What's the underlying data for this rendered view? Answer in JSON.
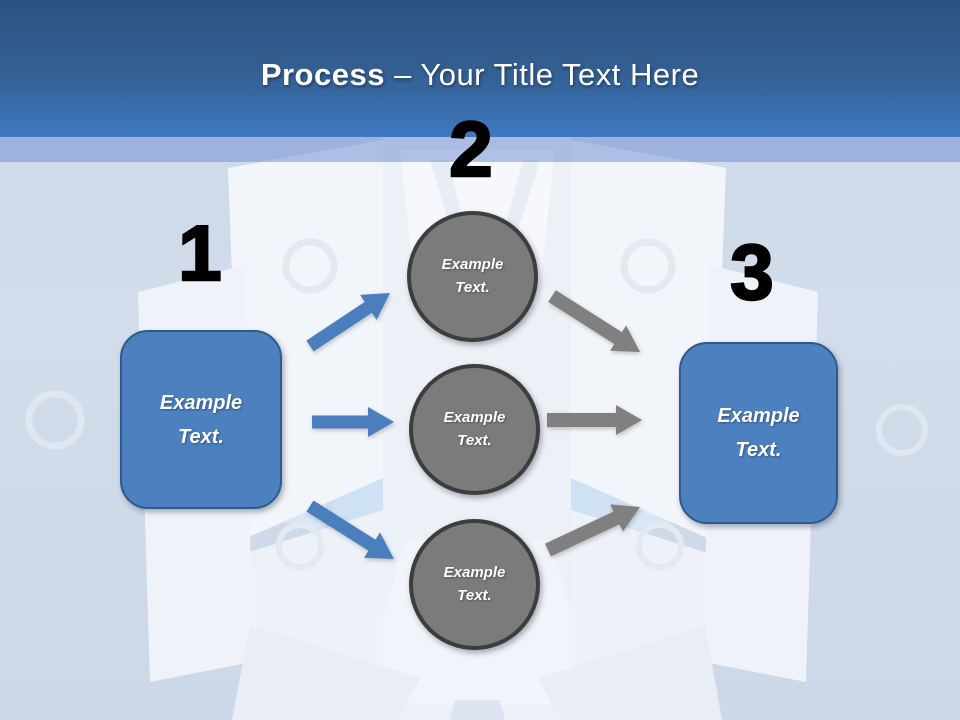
{
  "header": {
    "title_bold": "Process",
    "title_rest": "– Your Title Text Here"
  },
  "steps": {
    "step1_number": "1",
    "step2_number": "2",
    "step3_number": "3"
  },
  "shapes": {
    "left_box": {
      "label": "Example Text."
    },
    "circles": [
      {
        "label": "Example Text."
      },
      {
        "label": "Example Text."
      },
      {
        "label": "Example Text."
      }
    ],
    "right_box": {
      "label": "Example Text."
    }
  },
  "colors": {
    "header_gradient_top": "#2d5380",
    "header_gradient_bottom": "#3e79c2",
    "accent_band": "#94aede",
    "slide_background": "#ccd8ea",
    "box_fill": "#4c80bf",
    "box_border": "#2f5b8c",
    "arrow_blue": "#4a7ebc",
    "circle_fill": "#7b7b7b",
    "circle_border": "#3d3d3d",
    "arrow_gray": "#808080",
    "number_color": "#000000",
    "title_color": "#ffffff"
  }
}
